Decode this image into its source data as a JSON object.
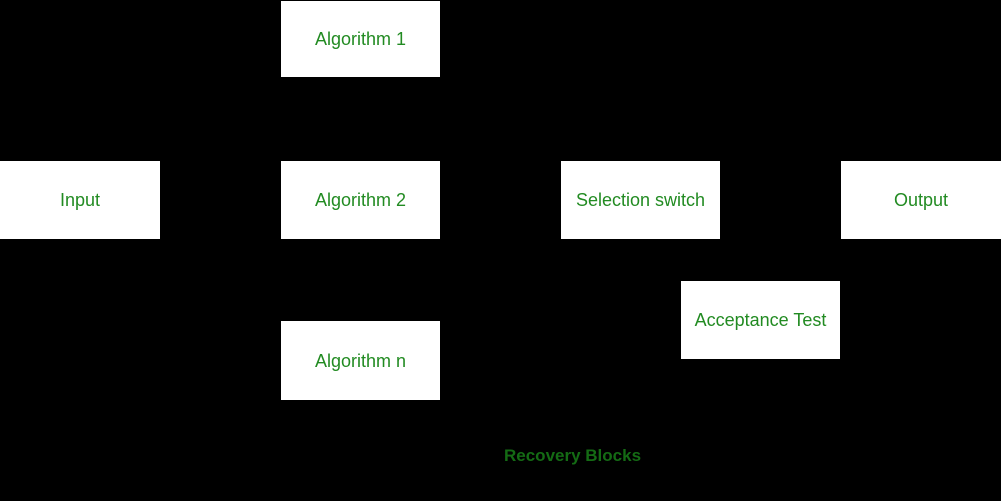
{
  "diagram": {
    "caption": "Recovery Blocks",
    "colors": {
      "background": "#000000",
      "box_fill": "#ffffff",
      "label_text": "#228b22",
      "caption_text": "#146b14"
    },
    "nodes": [
      {
        "id": "algorithm-1",
        "label": "Algorithm 1"
      },
      {
        "id": "input",
        "label": "Input"
      },
      {
        "id": "algorithm-2",
        "label": "Algorithm 2"
      },
      {
        "id": "selection-switch",
        "label": "Selection switch"
      },
      {
        "id": "output",
        "label": "Output"
      },
      {
        "id": "acceptance-test",
        "label": "Acceptance Test"
      },
      {
        "id": "algorithm-n",
        "label": "Algorithm n"
      }
    ]
  }
}
